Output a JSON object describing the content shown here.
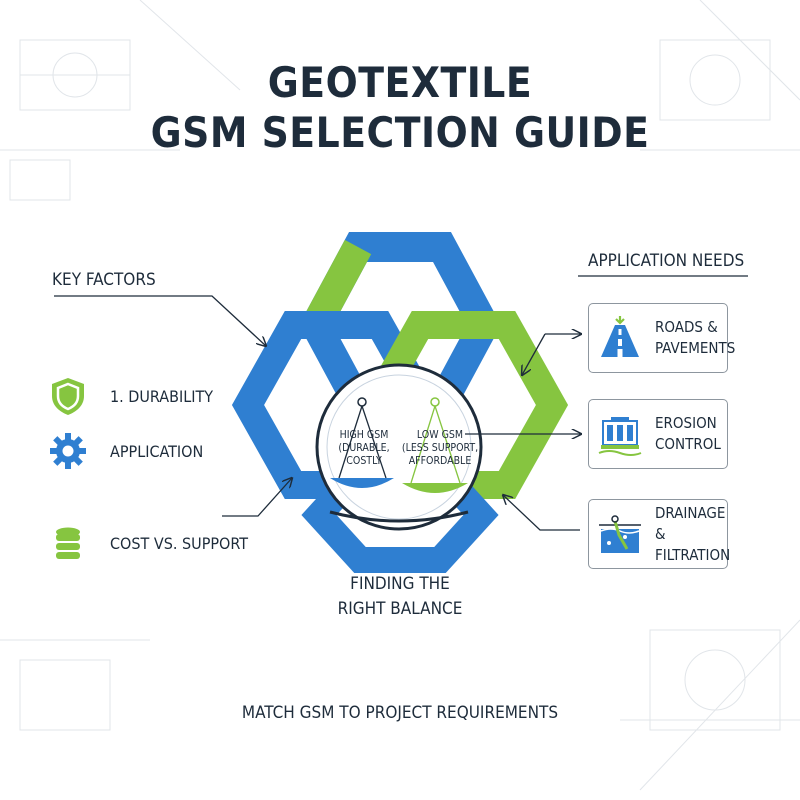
{
  "title": {
    "line1": "GEOTEXTILE",
    "line2": "GSM SELECTION GUIDE"
  },
  "key_factors": {
    "heading": "KEY FACTORS",
    "items": [
      {
        "label": "1. DURABILITY",
        "icon": "shield-icon"
      },
      {
        "label": "APPLICATION",
        "icon": "gear-icon"
      },
      {
        "label": "COST VS. SUPPORT",
        "icon": "coin-stack-icon"
      }
    ]
  },
  "application_needs": {
    "heading": "APPLICATION NEEDS",
    "items": [
      {
        "line1": "ROADS &",
        "line2": "PAVEMENTS",
        "icon": "road-icon"
      },
      {
        "line1": "EROSION",
        "line2": "CONTROL",
        "icon": "erosion-wall-icon"
      },
      {
        "line1": "DRAINAGE &",
        "line2": "FILTRATION",
        "icon": "drainage-pipe-icon"
      }
    ]
  },
  "balance": {
    "high_gsm": {
      "line1": "HIGH GSM",
      "line2": "(DURABLE,",
      "line3": "COSTLY"
    },
    "low_gsm": {
      "line1": "LOW GSM",
      "line2": "(LESS SUPPORT,",
      "line3": "AFFORDABLE"
    },
    "caption_line1": "FINDING THE",
    "caption_line2": "RIGHT BALANCE",
    "icon": "balance-scale-icon"
  },
  "footer": "MATCH GSM TO PROJECT REQUIREMENTS",
  "colors": {
    "blue": "#2f7fd1",
    "green": "#86c540",
    "dark_text": "#1e2c3b",
    "border_gray": "#8d969f"
  }
}
